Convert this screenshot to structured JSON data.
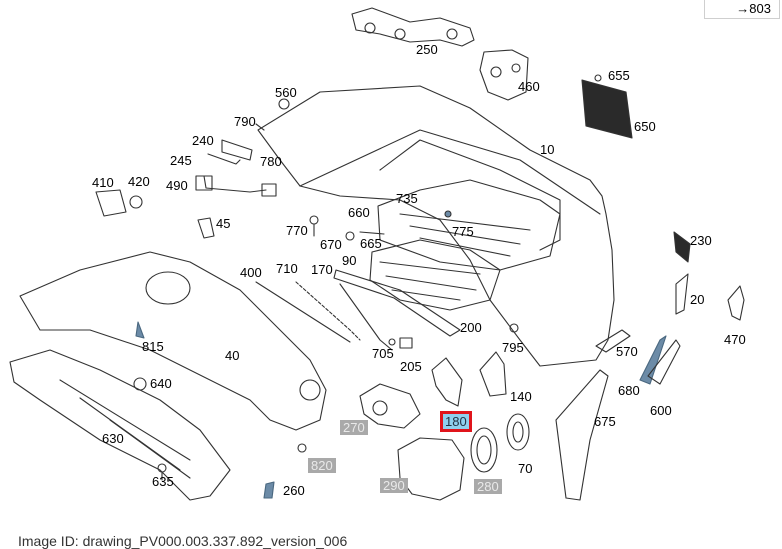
{
  "nav_link": {
    "arrow": "→",
    "label": "803"
  },
  "caption": "Image ID: drawing_PV000.003.337.892_version_006",
  "parts": [
    {
      "id": "p250",
      "label": "250",
      "style": "normal"
    },
    {
      "id": "p460",
      "label": "460",
      "style": "normal"
    },
    {
      "id": "p655",
      "label": "655",
      "style": "normal"
    },
    {
      "id": "p650",
      "label": "650",
      "style": "normal"
    },
    {
      "id": "p560",
      "label": "560",
      "style": "normal"
    },
    {
      "id": "p790",
      "label": "790",
      "style": "normal"
    },
    {
      "id": "p240",
      "label": "240",
      "style": "normal"
    },
    {
      "id": "p245",
      "label": "245",
      "style": "normal"
    },
    {
      "id": "p780",
      "label": "780",
      "style": "normal"
    },
    {
      "id": "p10",
      "label": "10",
      "style": "normal"
    },
    {
      "id": "p410",
      "label": "410",
      "style": "normal"
    },
    {
      "id": "p420",
      "label": "420",
      "style": "normal"
    },
    {
      "id": "p490",
      "label": "490",
      "style": "normal"
    },
    {
      "id": "p45",
      "label": "45",
      "style": "normal"
    },
    {
      "id": "p735",
      "label": "735",
      "style": "normal"
    },
    {
      "id": "p660",
      "label": "660",
      "style": "normal"
    },
    {
      "id": "p770",
      "label": "770",
      "style": "normal"
    },
    {
      "id": "p670",
      "label": "670",
      "style": "normal"
    },
    {
      "id": "p665",
      "label": "665",
      "style": "normal"
    },
    {
      "id": "p775",
      "label": "775",
      "style": "normal"
    },
    {
      "id": "p230",
      "label": "230",
      "style": "normal"
    },
    {
      "id": "p400",
      "label": "400",
      "style": "normal"
    },
    {
      "id": "p710",
      "label": "710",
      "style": "normal"
    },
    {
      "id": "p170",
      "label": "170",
      "style": "normal"
    },
    {
      "id": "p90",
      "label": "90",
      "style": "normal"
    },
    {
      "id": "p20",
      "label": "20",
      "style": "normal"
    },
    {
      "id": "p470",
      "label": "470",
      "style": "normal"
    },
    {
      "id": "p815",
      "label": "815",
      "style": "normal"
    },
    {
      "id": "p200",
      "label": "200",
      "style": "normal"
    },
    {
      "id": "p795",
      "label": "795",
      "style": "normal"
    },
    {
      "id": "p705",
      "label": "705",
      "style": "normal"
    },
    {
      "id": "p40",
      "label": "40",
      "style": "normal"
    },
    {
      "id": "p205",
      "label": "205",
      "style": "normal"
    },
    {
      "id": "p570",
      "label": "570",
      "style": "normal"
    },
    {
      "id": "p640",
      "label": "640",
      "style": "normal"
    },
    {
      "id": "p680",
      "label": "680",
      "style": "normal"
    },
    {
      "id": "p140",
      "label": "140",
      "style": "normal"
    },
    {
      "id": "p600",
      "label": "600",
      "style": "normal"
    },
    {
      "id": "p180",
      "label": "180",
      "style": "highlight"
    },
    {
      "id": "p270",
      "label": "270",
      "style": "grey"
    },
    {
      "id": "p675",
      "label": "675",
      "style": "normal"
    },
    {
      "id": "p630",
      "label": "630",
      "style": "normal"
    },
    {
      "id": "p820",
      "label": "820",
      "style": "grey"
    },
    {
      "id": "p70",
      "label": "70",
      "style": "normal"
    },
    {
      "id": "p635",
      "label": "635",
      "style": "normal"
    },
    {
      "id": "p290",
      "label": "290",
      "style": "grey"
    },
    {
      "id": "p280",
      "label": "280",
      "style": "grey"
    },
    {
      "id": "p260",
      "label": "260",
      "style": "normal"
    }
  ]
}
